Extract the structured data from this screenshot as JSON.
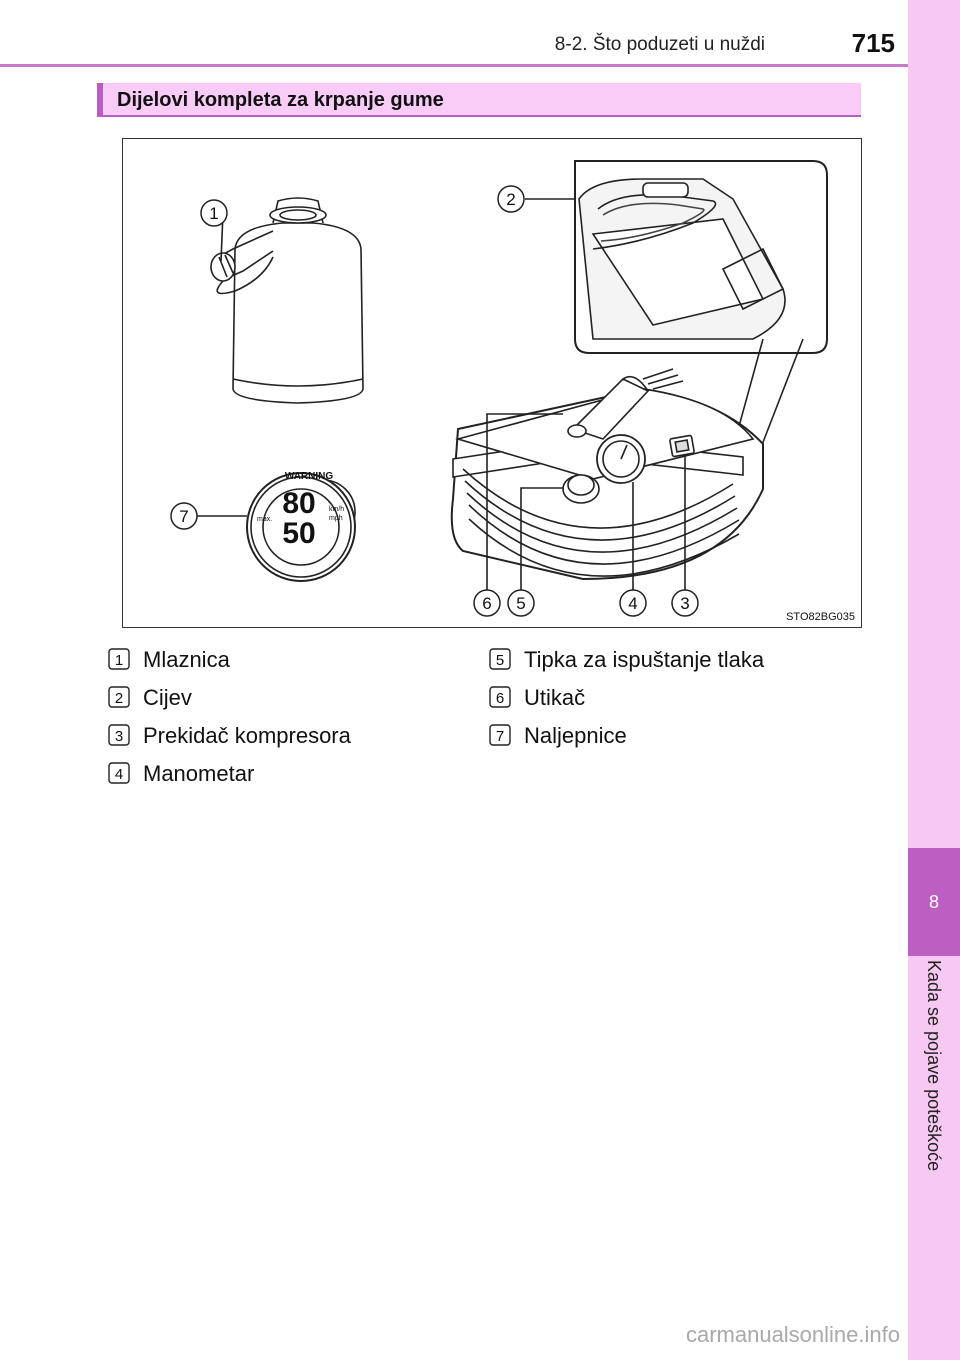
{
  "header": {
    "section": "8-2. Što poduzeti u nuždi",
    "page_number": "715"
  },
  "side_tab": {
    "chapter_number": "8",
    "chapter_title": "Kada se pojave poteškoće"
  },
  "section_heading": "Dijelovi kompleta za krpanje gume",
  "figure": {
    "code": "STO82BG035",
    "callouts": [
      "1",
      "2",
      "3",
      "4",
      "5",
      "6",
      "7"
    ],
    "sticker": {
      "warning": "WARNING",
      "speed_kmh": "80",
      "speed_mph": "50",
      "unit_kmh": "km/h",
      "unit_mph": "mph",
      "max": "max."
    }
  },
  "legend": [
    {
      "number": "1",
      "label": "Mlaznica"
    },
    {
      "number": "2",
      "label": "Cijev"
    },
    {
      "number": "3",
      "label": "Prekidač kompresora"
    },
    {
      "number": "4",
      "label": "Manometar"
    },
    {
      "number": "5",
      "label": "Tipka za ispuštanje tlaka"
    },
    {
      "number": "6",
      "label": "Utikač"
    },
    {
      "number": "7",
      "label": "Naljepnice"
    }
  ],
  "watermark": "carmanualsonline.info"
}
